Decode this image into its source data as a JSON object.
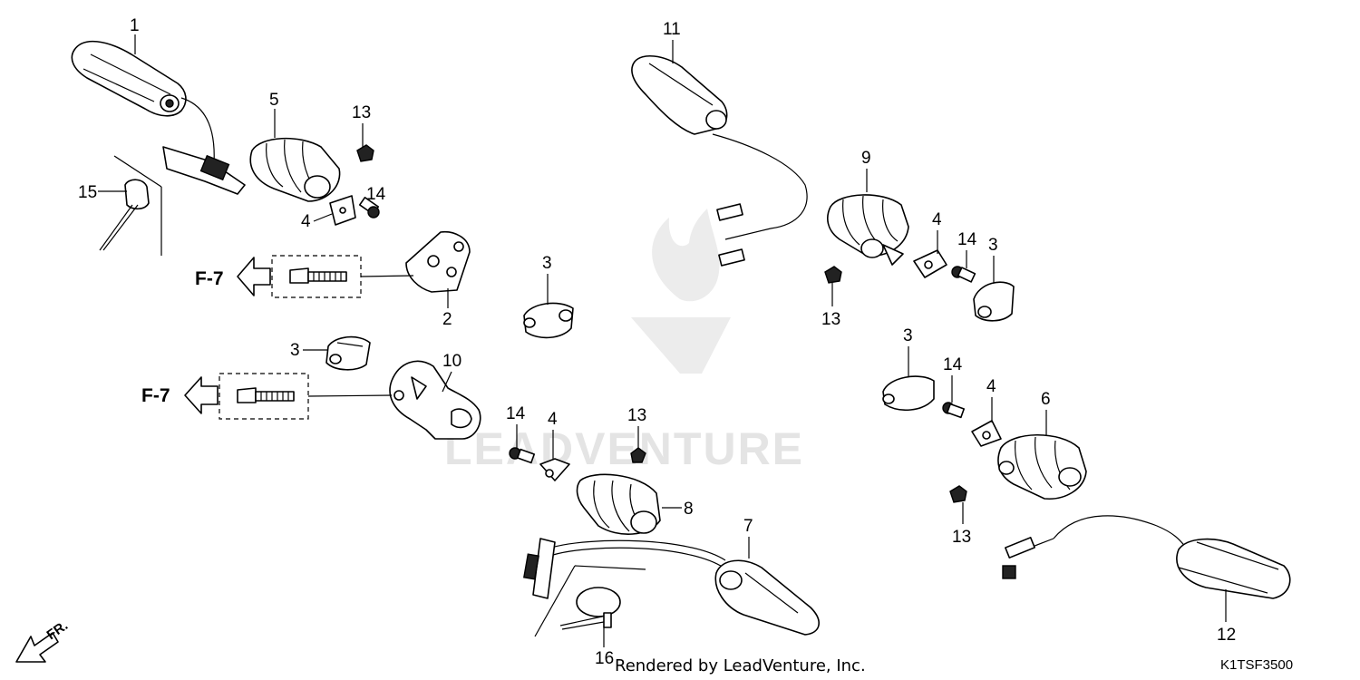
{
  "watermark": {
    "text": "LEADVENTURE",
    "color": "#e4e4e4"
  },
  "callouts": {
    "c1": "1",
    "c2": "2",
    "c3a": "3",
    "c3b": "3",
    "c3c": "3",
    "c3d": "3",
    "c4a": "4",
    "c4b": "4",
    "c4c": "4",
    "c4d": "4",
    "c5": "5",
    "c6": "6",
    "c7": "7",
    "c8": "8",
    "c9": "9",
    "c10": "10",
    "c11": "11",
    "c12": "12",
    "c13a": "13",
    "c13b": "13",
    "c13c": "13",
    "c13d": "13",
    "c14a": "14",
    "c14b": "14",
    "c14c": "14",
    "c14d": "14",
    "c15": "15",
    "c16": "16"
  },
  "references": {
    "upper": "F-7",
    "lower": "F-7"
  },
  "direction": {
    "label": "FR."
  },
  "footer": {
    "credit": "Rendered by LeadVenture, Inc.",
    "diagram_code": "K1TSF3500"
  },
  "icons": [
    "turn-signal-housing-icon",
    "rubber-mount-icon",
    "bolt-icon",
    "screw-icon",
    "clamp-icon",
    "bracket-icon",
    "wire-band-icon",
    "arrow-left-icon",
    "front-arrow-icon"
  ]
}
